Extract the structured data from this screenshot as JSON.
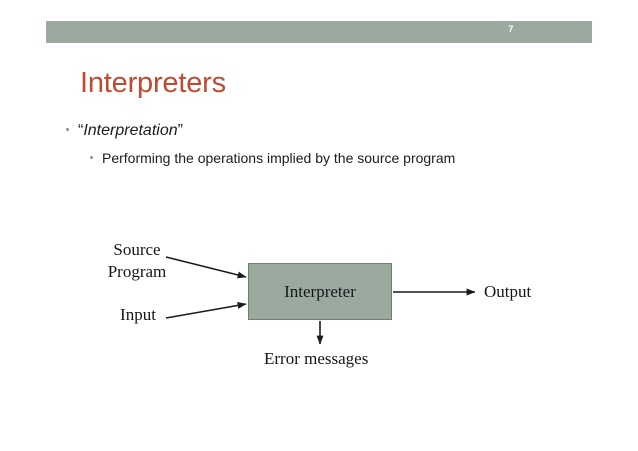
{
  "slide": {
    "page_number": "7",
    "title": "Interpreters",
    "header_color": "#9aaa9f",
    "title_color": "#c04a31",
    "background_color": "#ffffff"
  },
  "bullets": [
    {
      "level": 1,
      "marker": "bullet-dot",
      "prefix": "“",
      "emphasis": "Interpretation",
      "suffix": "”"
    },
    {
      "level": 2,
      "marker": "bullet-dot",
      "text": "Performing the operations implied by the source program"
    }
  ],
  "diagram": {
    "box": {
      "label": "Interpreter",
      "fill": "#9aaa9f",
      "stroke": "#6f7f76"
    },
    "inputs": [
      {
        "label": "Source Program",
        "line1": "Source",
        "line2": "Program"
      },
      {
        "label": "Input",
        "line1": "Input"
      }
    ],
    "outputs": [
      {
        "label": "Output",
        "direction": "right"
      },
      {
        "label": "Error messages",
        "direction": "down"
      }
    ]
  }
}
